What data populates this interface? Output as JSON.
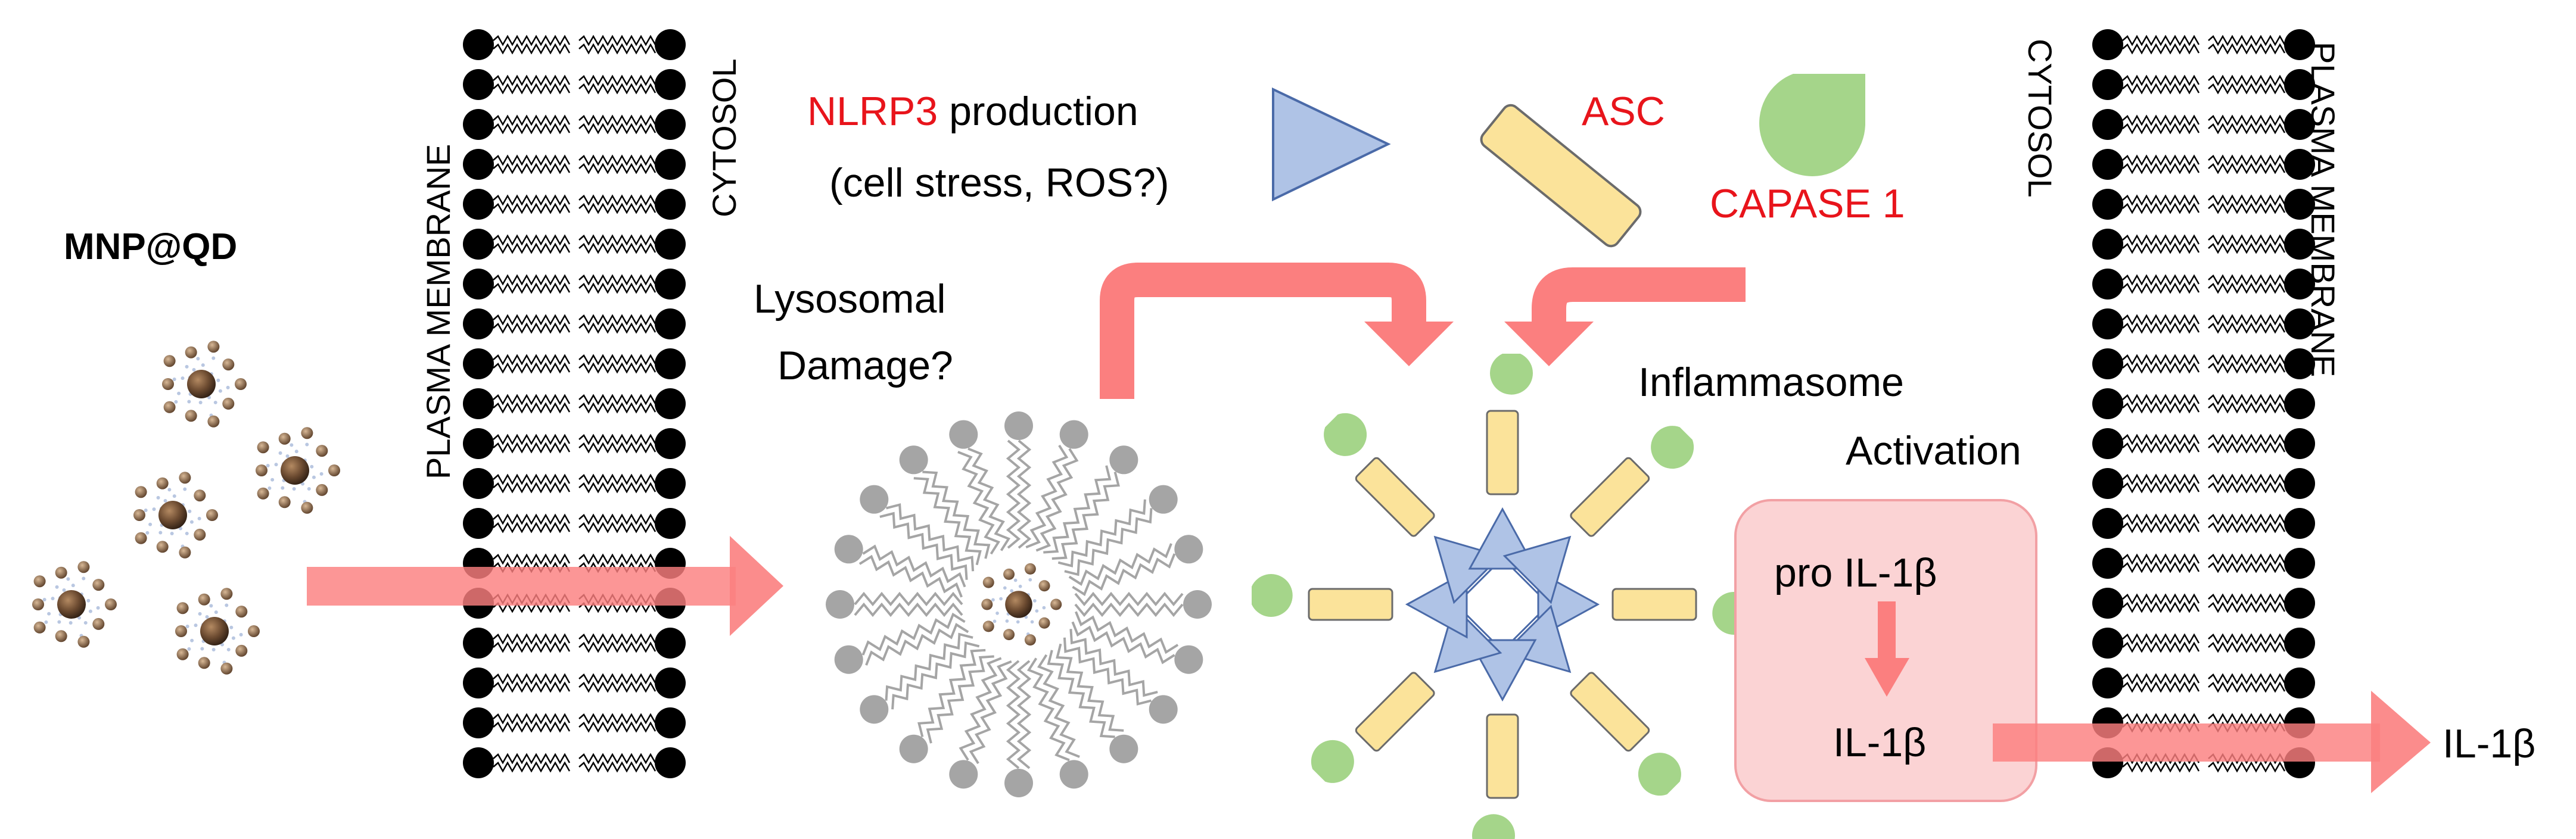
{
  "left_membrane": {
    "outer_label": "PLASMA MEMBRANE",
    "inner_label": "CYTOSOL"
  },
  "right_membrane": {
    "inner_label": "CYTOSOL",
    "outer_label": "PLASMA MEMBRANE"
  },
  "nanoparticle": {
    "label": "MNP@QD"
  },
  "nlrp3": {
    "name": "NLRP3",
    "rest": " production",
    "note": "(cell stress, ROS?)"
  },
  "asc": {
    "label": "ASC"
  },
  "caspase": {
    "label": "CAPASE 1"
  },
  "lysosome": {
    "line1": "Lysosomal",
    "line2": "Damage?"
  },
  "inflammasome": {
    "line1": "Inflammasome",
    "line2": "Activation"
  },
  "cytokine": {
    "pro_label": "pro IL-1β",
    "mature_label": "IL-1β",
    "secreted_label": "IL-1β"
  },
  "colors": {
    "arrow": "#fb7f7f",
    "red_text": "#e8141b",
    "triangle": "#afc3e6",
    "triangle_stroke": "#4a6aa8",
    "rect": "#fbe39a",
    "rect_stroke": "#6b6b6b",
    "green": "#a5d58a",
    "box_fill": "#fbd3d4",
    "box_stroke": "#f2a0a4",
    "lipid_gray": "#a5a5a5"
  }
}
